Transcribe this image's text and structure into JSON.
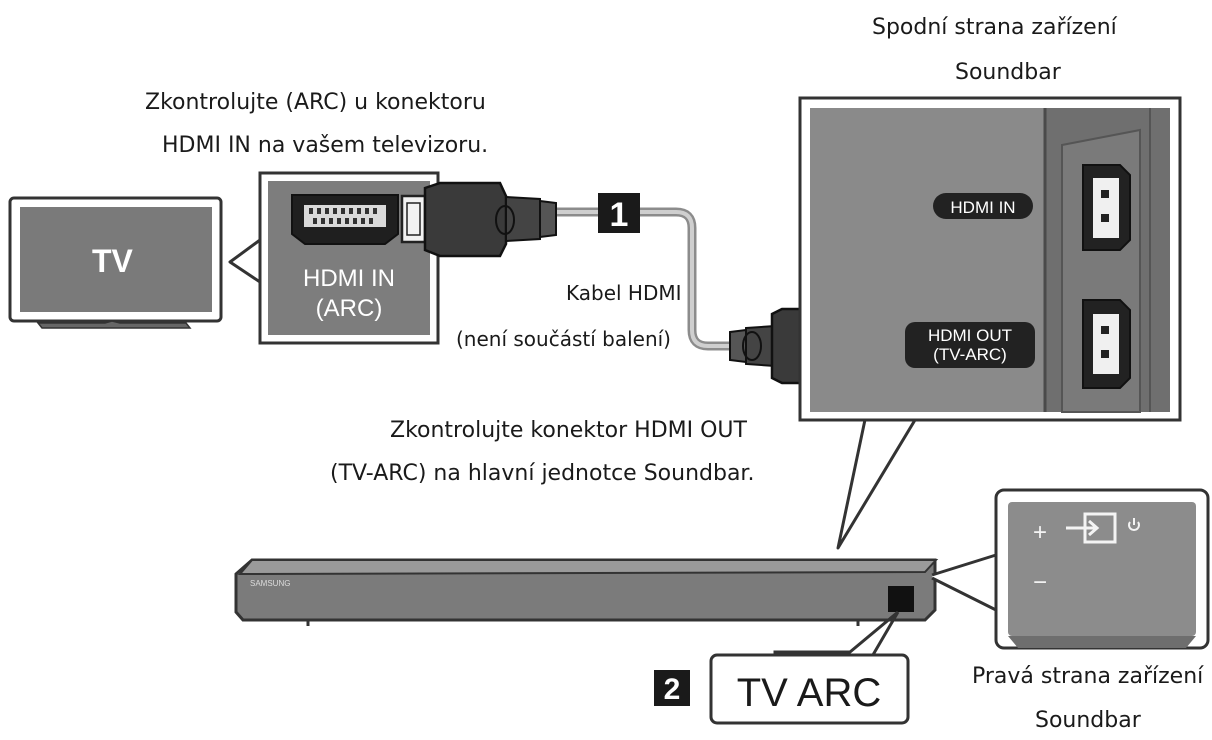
{
  "tv": {
    "label": "TV"
  },
  "tv_port_callout": {
    "port_line1": "HDMI IN",
    "port_line2": "(ARC)",
    "caption_line1": "Zkontrolujte (ARC) u konektoru",
    "caption_line2": "HDMI IN na vašem televizoru."
  },
  "cable": {
    "step_number": "1",
    "label_line1": "Kabel HDMI",
    "label_line2": "(není součástí balení)"
  },
  "soundbar_bottom_callout": {
    "title_line1": "Spodní strana zařízení",
    "title_line2": "Soundbar",
    "port_in": "HDMI IN",
    "port_out_line1": "HDMI OUT",
    "port_out_line2": "(TV-ARC)",
    "caption_line1": "Zkontrolujte konektor HDMI OUT",
    "caption_line2": "(TV-ARC) na hlavní jednotce Soundbar."
  },
  "soundbar": {
    "brand": "SAMSUNG"
  },
  "soundbar_right_callout": {
    "plus": "+",
    "minus": "−",
    "title_line1": "Pravá strana zařízení",
    "title_line2": "Soundbar"
  },
  "tv_arc": {
    "step_number": "2",
    "label": "TV ARC"
  },
  "colors": {
    "panel_gray": "#7d7d7d",
    "cable_gray": "#a3a3a3",
    "dark": "#222222"
  }
}
